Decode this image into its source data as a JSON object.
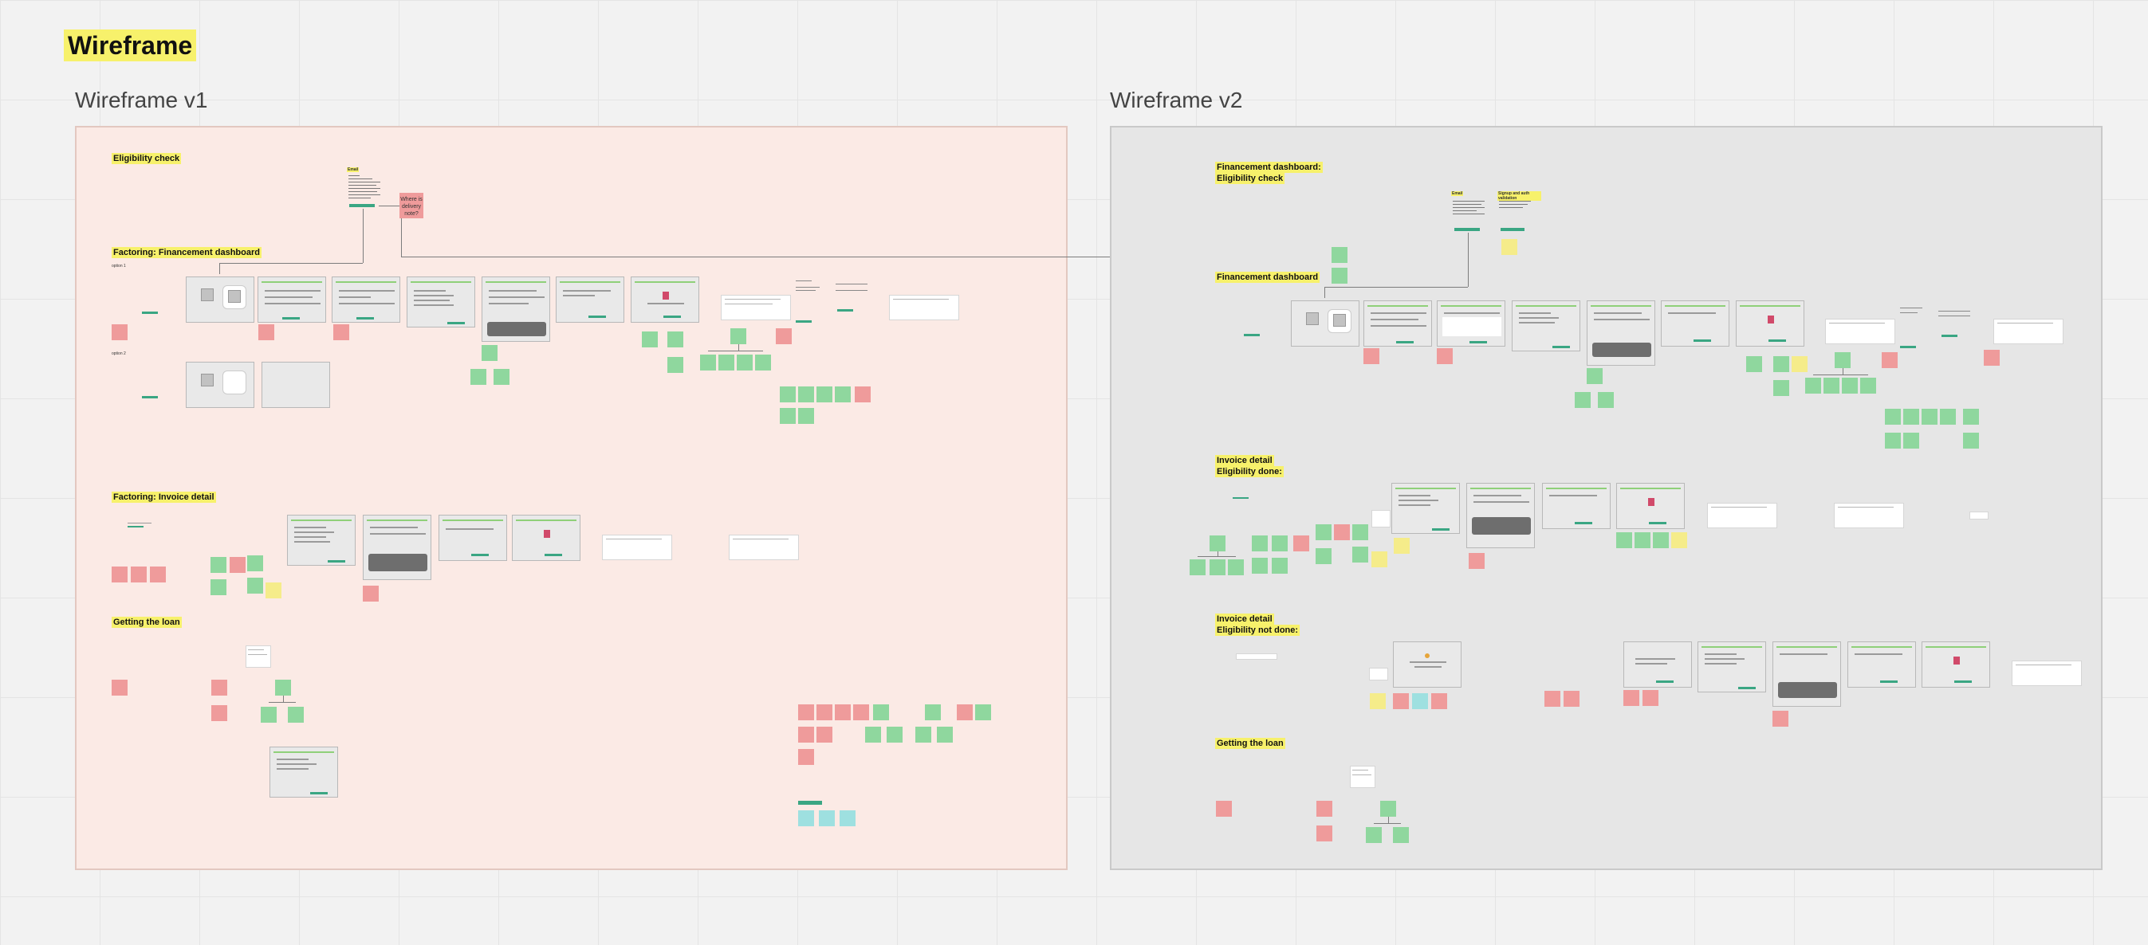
{
  "board": {
    "title": "Wireframe"
  },
  "frames": {
    "v1": {
      "title": "Wireframe v1",
      "sections": {
        "eligibility": "Eligibility check",
        "factoring_dashboard": "Factoring: Financement dashboard",
        "factoring_invoice": "Factoring: Invoice detail",
        "loan": "Getting the loan"
      },
      "sticky_question": "Where is delivery note?",
      "email_label": "Email",
      "option1": "option 1",
      "option2": "option 2"
    },
    "v2": {
      "title": "Wireframe v2",
      "sections": {
        "dashboard_eligibility_line1": "Financement dashboard:",
        "dashboard_eligibility_line2": "Eligibility check",
        "dashboard": "Financement dashboard",
        "invoice_done_line1": "Invoice detail",
        "invoice_done_line2": "Eligibility done:",
        "invoice_not_done_line1": "Invoice detail",
        "invoice_not_done_line2": "Eligibility not done:",
        "loan": "Getting the loan"
      },
      "email_label": "Email",
      "signup_label": "Signup and auth validation"
    }
  },
  "colors": {
    "canvas": "#f2f2f2",
    "frame_v1_bg": "#fbeae5",
    "frame_v2_bg": "#e6e6e6",
    "highlight": "#f7f16b",
    "sticky_green": "#8fd79e",
    "sticky_red": "#ef9b9b",
    "sticky_yellow": "#f5ec8a",
    "sticky_cyan": "#9ee0e0",
    "accent_button": "#3aa683"
  }
}
